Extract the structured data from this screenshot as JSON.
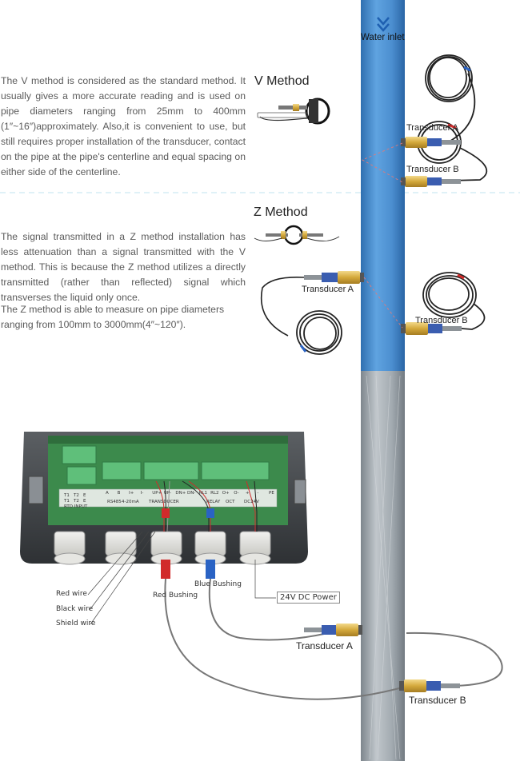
{
  "labels": {
    "water_inlet": "Water inlet",
    "v_title": "V Method",
    "z_title": "Z Method",
    "transducer_a": "Transducer A",
    "transducer_b": "Transducer B",
    "red_wire": "Red wire",
    "black_wire": "Black wire",
    "shield_wire": "Shield wire",
    "red_bushing": "Red Bushing",
    "blue_bushing": "Blue Bushing",
    "dc_power": "24V DC Power"
  },
  "v_text": "The V method is considered as the standard method. It usually gives a more accurate reading and is used on pipe diameters ranging from 25mm to 400mm (1″~16″)approximately. Also,it is convenient to use, but still requires proper installation of the transducer, contact on the pipe at the pipe's centerline and equal spacing on either side of the centerline.",
  "z_text_1": "The signal transmitted in a Z method installation has less attenuation than a signal transmitted with the V method. This is because the Z method utilizes a directly transmitted (rather than reflected) signal which transverses the liquid only once.",
  "z_text_2": "The Z method is able to measure on pipe diameters ranging from 100mm to 3000mm(4″~120″).",
  "board": {
    "terminals_left": [
      "T1",
      "T2",
      "E",
      "T1",
      "T2",
      "E"
    ],
    "rtd_input": "RTD INPUT",
    "terminals": [
      "A",
      "B",
      "I+",
      "I-",
      "UP+",
      "UP-",
      "DN+",
      "DN-",
      "RL1",
      "RL2",
      "O+",
      "O-",
      "+",
      "-",
      "PE"
    ],
    "groups": [
      "RS485",
      "4-20mA",
      "TRANSDUCER",
      "RELAY",
      "OCT",
      "DC24V"
    ]
  },
  "colors": {
    "pipe_blue": "#4b8fd0",
    "pipe_gray": "#9aa3aa",
    "brass": "#d9b24a",
    "board_green": "#3c8a4c",
    "red": "#d12b2b",
    "blue": "#2a63c4"
  }
}
